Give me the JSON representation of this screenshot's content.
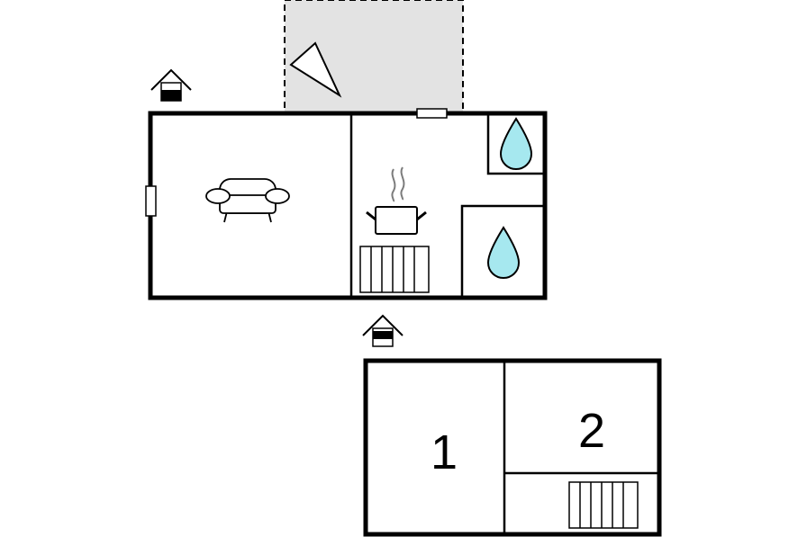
{
  "floor_plan": {
    "rooms": [
      {
        "id": "living-room",
        "icon": "sofa-icon"
      },
      {
        "id": "kitchen",
        "icon": "cooking-pot-icon"
      },
      {
        "id": "bathroom-upper",
        "icon": "water-drop-icon"
      },
      {
        "id": "bathroom-lower",
        "icon": "water-drop-icon"
      },
      {
        "id": "bedroom-1",
        "label": "1"
      },
      {
        "id": "bedroom-2",
        "label": "2"
      }
    ],
    "terrace": {
      "icon": "sun-lounger-icon"
    },
    "entrances": [
      "entrance-house-icon",
      "entrance-house-icon"
    ],
    "heaters": [
      "radiator-icon",
      "radiator-icon"
    ],
    "colors": {
      "wall": "#000000",
      "terrace_fill": "#e3e3e3",
      "water": "#a6e8ef"
    }
  }
}
